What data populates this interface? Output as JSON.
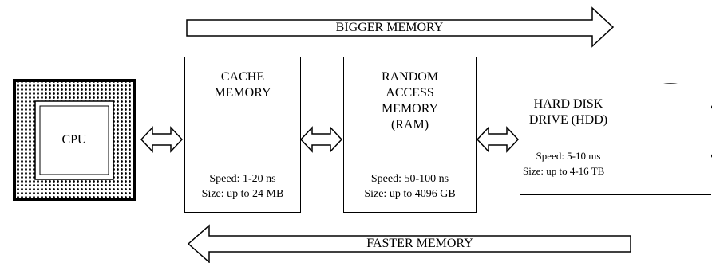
{
  "arrows": {
    "top_label": "BIGGER MEMORY",
    "bottom_label": "FASTER MEMORY"
  },
  "cpu": {
    "label": "CPU"
  },
  "cache": {
    "title_line1": "CACHE",
    "title_line2": "MEMORY",
    "speed": "Speed: 1-20 ns",
    "size": "Size: up to 24 MB"
  },
  "ram": {
    "title_line1": "RANDOM",
    "title_line2": "ACCESS",
    "title_line3": "MEMORY",
    "title_line4": "(RAM)",
    "speed": "Speed: 50-100 ns",
    "size": "Size: up to 4096 GB"
  },
  "hdd": {
    "title_line1": "HARD DISK",
    "title_line2": "DRIVE (HDD)",
    "speed": "Speed: 5-10 ms",
    "size": "Size: up to 4-16 TB"
  },
  "colors": {
    "stroke": "#000000",
    "fill": "#ffffff",
    "dots": "#000000"
  }
}
